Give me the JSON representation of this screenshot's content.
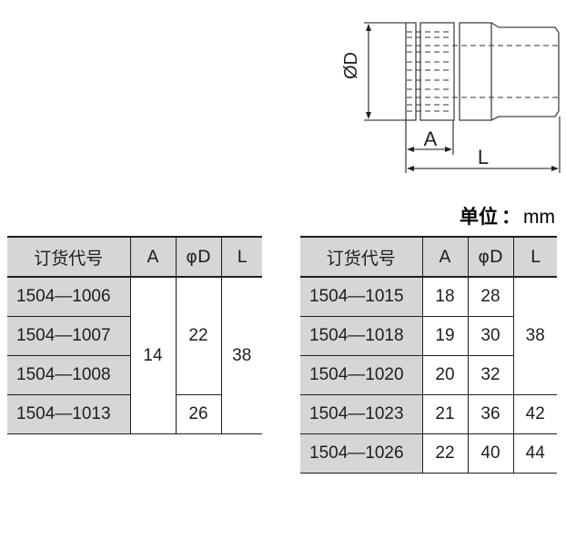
{
  "drawing": {
    "labels": {
      "diameter": "ØD",
      "a": "A",
      "l": "L"
    }
  },
  "unit": {
    "label": "单位",
    "colon": "：",
    "value": "mm"
  },
  "table_left": {
    "headers": [
      "订货代号",
      "A",
      "φD",
      "L"
    ],
    "rows": [
      {
        "code": "1504—1006"
      },
      {
        "code": "1504—1007"
      },
      {
        "code": "1504—1008"
      },
      {
        "code": "1504—1013"
      }
    ],
    "a_merged": "14",
    "d_merged_1": "22",
    "d_row4": "26",
    "l_merged": "38"
  },
  "table_right": {
    "headers": [
      "订货代号",
      "A",
      "φD",
      "L"
    ],
    "rows": [
      {
        "code": "1504—1015",
        "a": "18",
        "d": "28"
      },
      {
        "code": "1504—1018",
        "a": "19",
        "d": "30"
      },
      {
        "code": "1504—1020",
        "a": "20",
        "d": "32"
      },
      {
        "code": "1504—1023",
        "a": "21",
        "d": "36",
        "l": "42"
      },
      {
        "code": "1504—1026",
        "a": "22",
        "d": "40",
        "l": "44"
      }
    ],
    "l_merged": "38"
  }
}
